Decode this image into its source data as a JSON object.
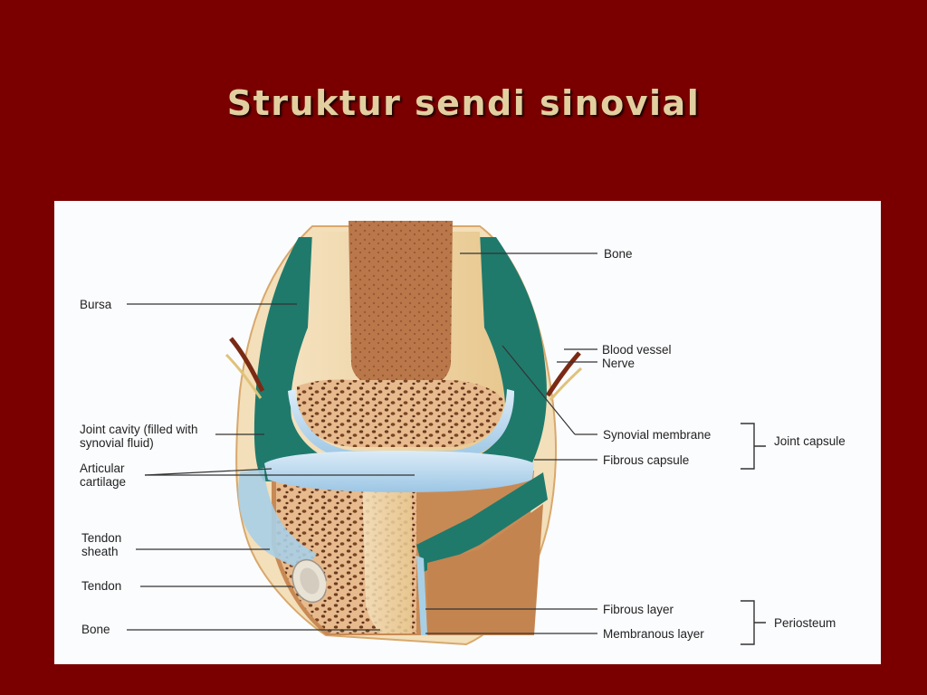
{
  "slide": {
    "title": "Struktur sendi sinovial"
  },
  "labels": {
    "bone_top": "Bone",
    "bursa": "Bursa",
    "blood_vessel": "Blood vessel",
    "nerve": "Nerve",
    "joint_cavity": "Joint cavity (filled with synovial fluid)",
    "synovial_membrane": "Synovial membrane",
    "joint_capsule": "Joint capsule",
    "fibrous_capsule": "Fibrous capsule",
    "articular_cartilage": "Articular cartilage",
    "tendon_sheath": "Tendon sheath",
    "tendon": "Tendon",
    "bone_bottom": "Bone",
    "fibrous_layer": "Fibrous layer",
    "periosteum": "Periosteum",
    "membranous_layer": "Membranous layer"
  },
  "colors": {
    "background": "#7a0000",
    "title": "#e2cfa0",
    "synovial_cavity": "#1f7a6c",
    "cartilage": "#bfdcef",
    "spongy_bone": "#e6b98a",
    "compact_bone": "#f3dcb2",
    "marrow": "#b97447"
  }
}
